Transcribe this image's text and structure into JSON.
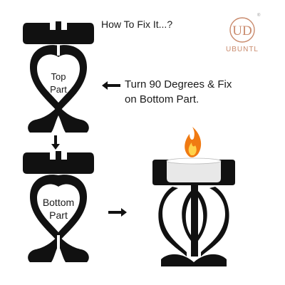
{
  "heading": "How To Fix It...?",
  "instruction": {
    "line1": "Turn 90 Degrees & Fix",
    "line2": "on Bottom Part."
  },
  "top_part": {
    "line1": "Top",
    "line2": "Part"
  },
  "bottom_part": {
    "line1": "Bottom",
    "line2": "Part"
  },
  "logo": {
    "monogram": "UD",
    "wordmark": "UBUNTL",
    "reg_mark": "®"
  },
  "colors": {
    "stand": "#111111",
    "logo_accent": "#c98a6c",
    "flame_outer": "#f07a12",
    "flame_inner": "#ffd24a",
    "text": "#1a1a1a"
  },
  "icons": [
    "arrow-left-icon",
    "arrow-down-icon",
    "arrow-right-icon",
    "candle-flame-icon"
  ]
}
